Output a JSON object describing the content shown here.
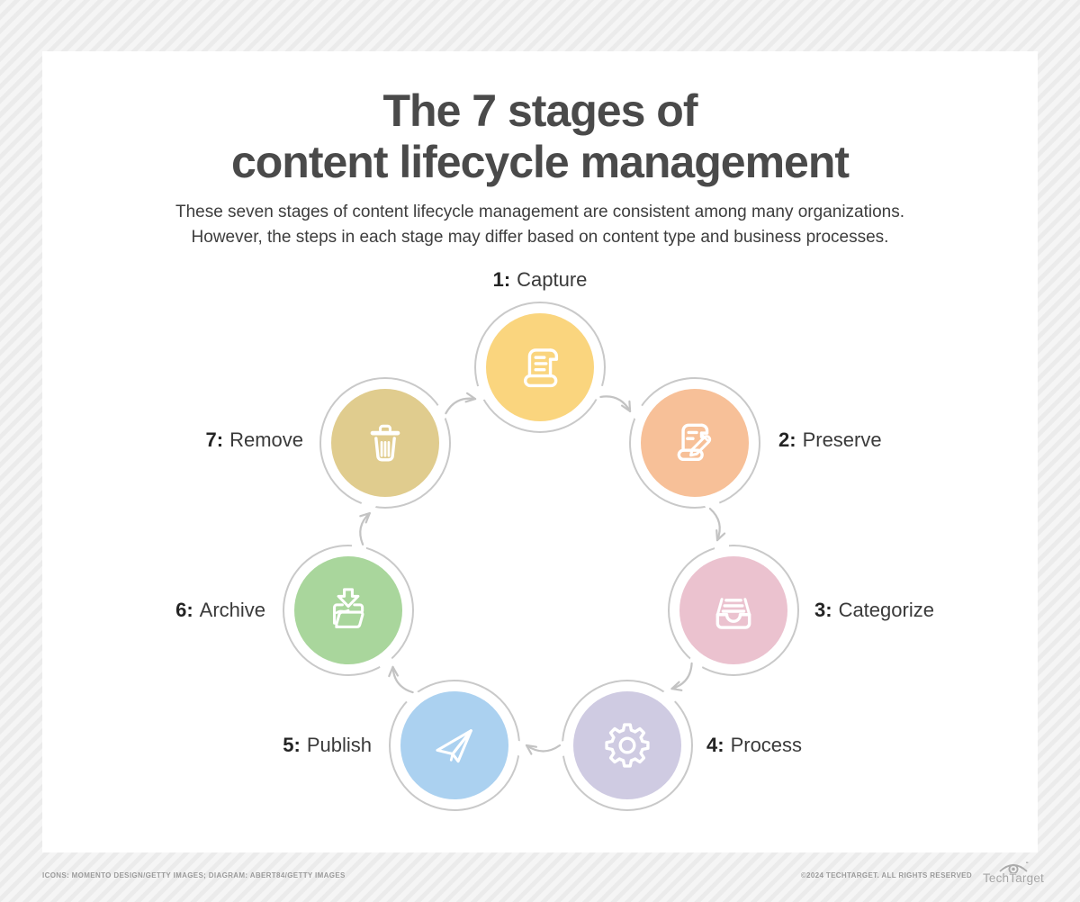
{
  "header": {
    "title_line1": "The 7 stages of",
    "title_line2": "content lifecycle management",
    "subtitle_line1": "These seven stages of content lifecycle management are consistent among many organizations.",
    "subtitle_line2": "However, the steps in each stage may differ based on content type and business processes."
  },
  "stages": [
    {
      "num": "1:",
      "name": "Capture",
      "color": "#FAD57E",
      "icon": "scroll-icon"
    },
    {
      "num": "2:",
      "name": "Preserve",
      "color": "#F7C098",
      "icon": "scroll-pencil-icon"
    },
    {
      "num": "3:",
      "name": "Categorize",
      "color": "#EBC2CF",
      "icon": "file-drawer-icon"
    },
    {
      "num": "4:",
      "name": "Process",
      "color": "#CFCBE2",
      "icon": "gear-icon"
    },
    {
      "num": "5:",
      "name": "Publish",
      "color": "#ABD1F0",
      "icon": "paper-plane-icon"
    },
    {
      "num": "6:",
      "name": "Archive",
      "color": "#A9D69C",
      "icon": "archive-folder-icon"
    },
    {
      "num": "7:",
      "name": "Remove",
      "color": "#E0CC8E",
      "icon": "trash-icon"
    }
  ],
  "diagram": {
    "ring_color": "#C9C9C9",
    "arrow_color": "#C3C3C3",
    "icon_color": "#FFFFFF"
  },
  "footer": {
    "credits": "ICONS: MOMENTO DESIGN/GETTY IMAGES; DIAGRAM: ABERT84/GETTY IMAGES",
    "copyright": "©2024 TECHTARGET. ALL RIGHTS RESERVED",
    "brand": "TechTarget"
  }
}
